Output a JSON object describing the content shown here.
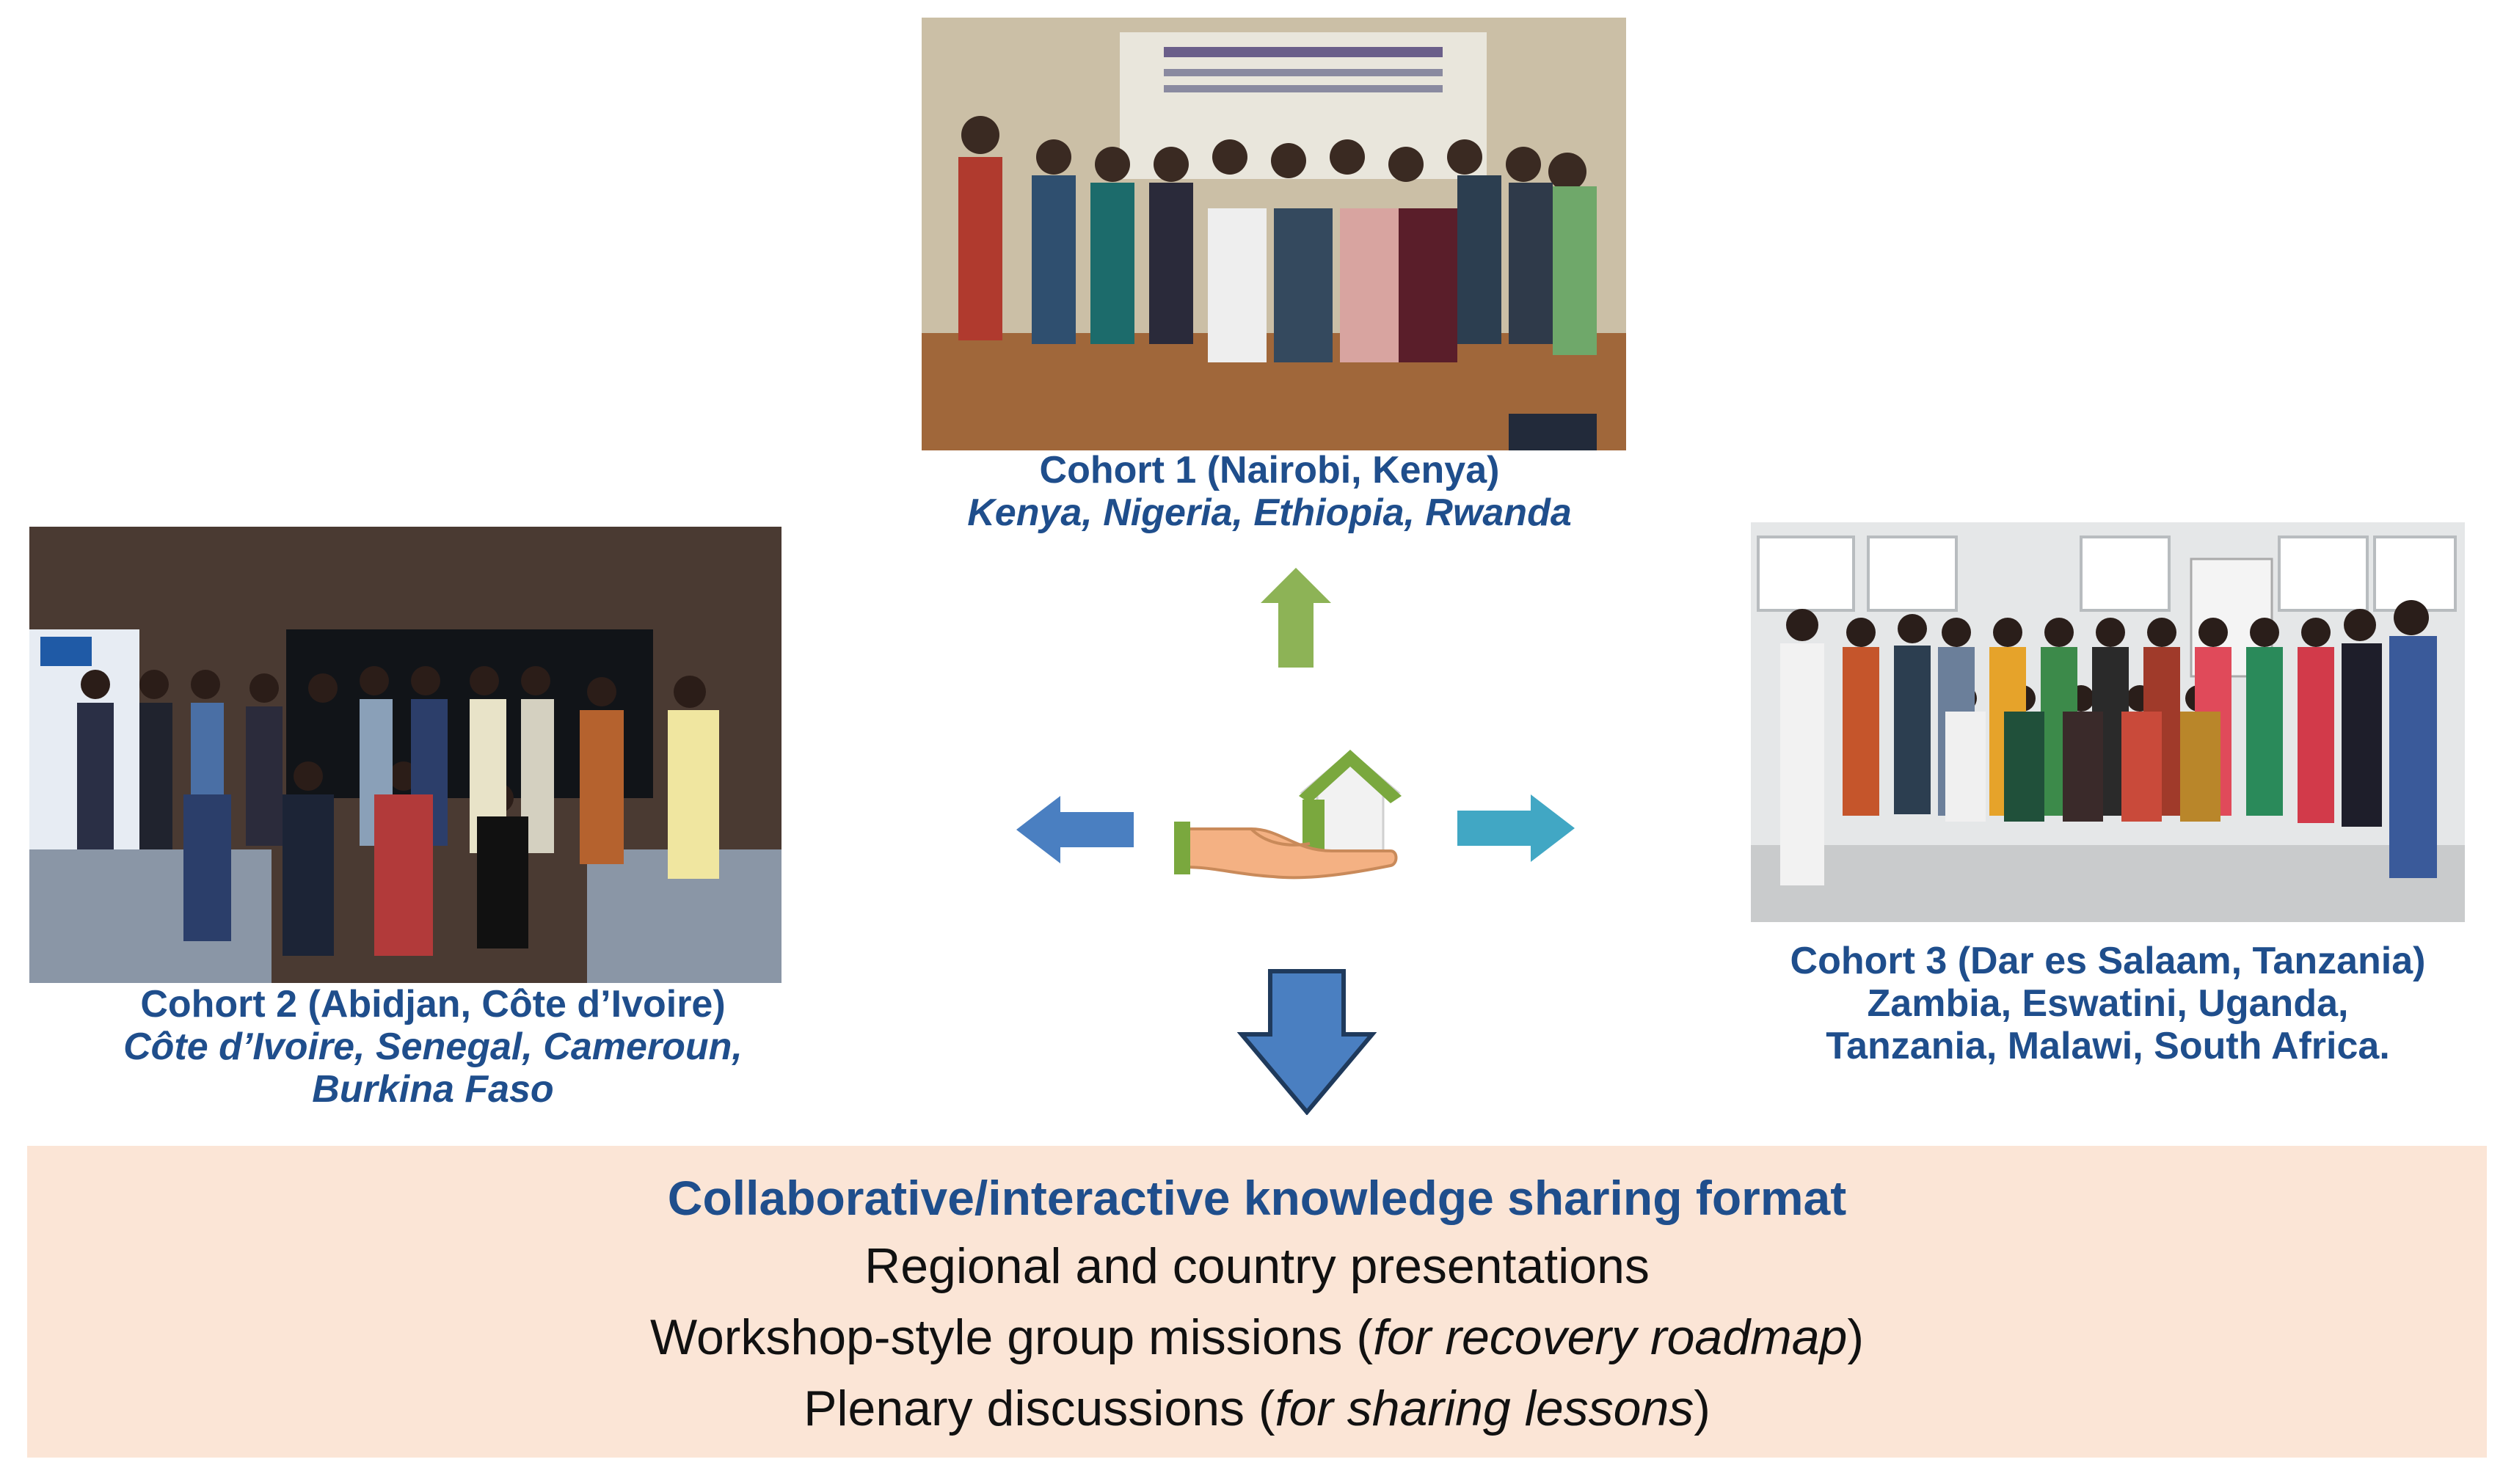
{
  "cohort1": {
    "title": "Cohort 1 (Nairobi, Kenya)",
    "countries": "Kenya, Nigeria, Ethiopia, Rwanda"
  },
  "cohort2": {
    "title": "Cohort 2 (Abidjan, Côte d’Ivoire)",
    "countries_line1": "Côte d’Ivoire, Senegal, Cameroun,",
    "countries_line2": "Burkina Faso"
  },
  "cohort3": {
    "title": "Cohort 3 (Dar es Salaam, Tanzania)",
    "countries_line1": "Zambia, Eswatini, Uganda,",
    "countries_line2": "Tanzania, Malawi, South Africa."
  },
  "format": {
    "heading": "Collaborative/interactive knowledge sharing format",
    "line1": "Regional and country presentations",
    "line2_prefix": "Workshop-style group missions (",
    "line2_italic": "for recovery roadmap",
    "line2_suffix": ")",
    "line3_prefix": "Plenary discussions (",
    "line3_italic": "for sharing lessons",
    "line3_suffix": ")"
  },
  "colors": {
    "caption_blue": "#1f4e8c",
    "arrow_up": "#8db356",
    "arrow_left": "#4a7fc1",
    "arrow_right": "#41a7c4",
    "arrow_down": "#4a7fc1",
    "box_fill": "#fbe5d6"
  },
  "icons": [
    "hand-holding-house-icon"
  ]
}
